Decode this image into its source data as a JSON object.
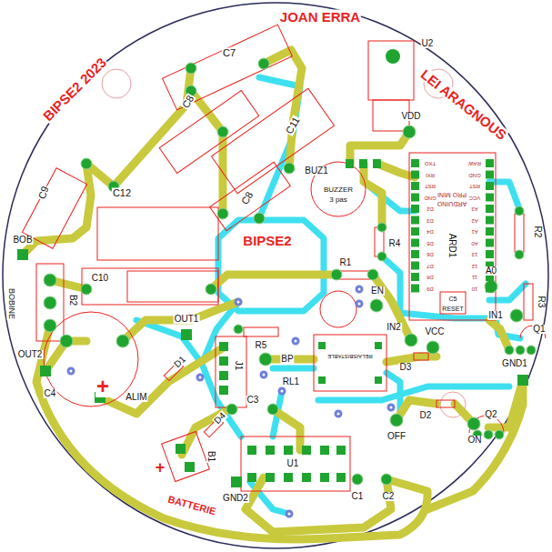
{
  "diagram": {
    "labels": [
      "JOAN ERRA",
      "BIPSE2 2023",
      "LEI ARAGNOUS",
      "U2",
      "C7",
      "C9",
      "C12",
      "C8",
      "C11",
      "VDD",
      "C8",
      "BUZ1",
      "BUZZER",
      "3 pas",
      "ARD1",
      "ARDUINO",
      "PRO MINI",
      "R2",
      "R4",
      "BIPSE2",
      "R1",
      "A0",
      "EN",
      "R3",
      "IN1",
      "BOB",
      "BOBINE",
      "B2",
      "C10",
      "OUT1",
      "RESET",
      "C5",
      "IN2",
      "VCC",
      "R5",
      "Q1",
      "BP",
      "J1",
      "RL1",
      "RELAISBISTABLE",
      "D3",
      "GND1",
      "OUT2",
      "C4",
      "+",
      "ALIM",
      "D1",
      "C3",
      "D4",
      "D2",
      "Q2",
      "OFF",
      "ON",
      "+",
      "B1",
      "U1",
      "BATTERIE",
      "GND2",
      "C1",
      "C2",
      "TXO",
      "RXI",
      "RST",
      "GND",
      "D2",
      "D3",
      "D4",
      "D5",
      "D6",
      "D7",
      "D8",
      "D9",
      "RAW",
      "GND",
      "RST",
      "VCC",
      "A3",
      "A2",
      "A1",
      "A0",
      "13",
      "12",
      "11",
      "10"
    ]
  }
}
